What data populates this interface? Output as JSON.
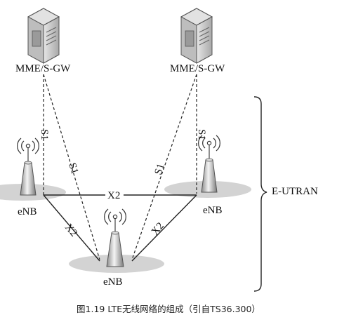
{
  "nodes": {
    "mme_left": "MME/S-GW",
    "mme_right": "MME/S-GW",
    "enb_left": "eNB",
    "enb_right": "eNB",
    "enb_bottom": "eNB"
  },
  "links": {
    "x2_top": "X2",
    "x2_left": "X2",
    "x2_right": "X2",
    "s1_left_solid": "S1",
    "s1_left_dashed": "S1",
    "s1_right_dashed": "S1",
    "s1_right_solid": "S1"
  },
  "group_label": "E-UTRAN",
  "caption": "图1.19   LTE无线网络的组成（引自TS36.300）",
  "colors": {
    "ellipse": "#d3d3d3",
    "line": "#222222",
    "server": "#c9c9c9"
  }
}
